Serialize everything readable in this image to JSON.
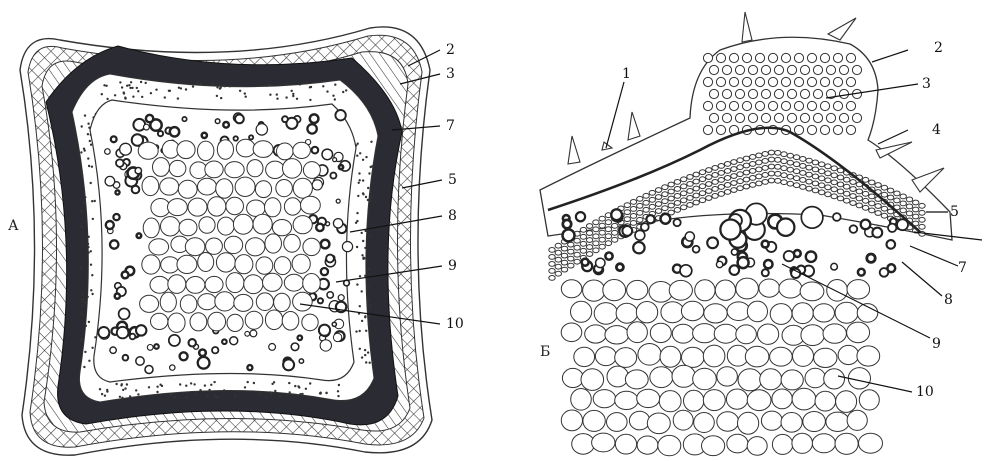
{
  "panels": [
    {
      "id": "A",
      "letter": "А",
      "labels": [
        "2",
        "3",
        "7",
        "5",
        "8",
        "9",
        "10"
      ]
    },
    {
      "id": "B",
      "letter": "Б",
      "labels": [
        "1",
        "2",
        "3",
        "4",
        "5",
        "7",
        "8",
        "9",
        "10"
      ]
    }
  ]
}
